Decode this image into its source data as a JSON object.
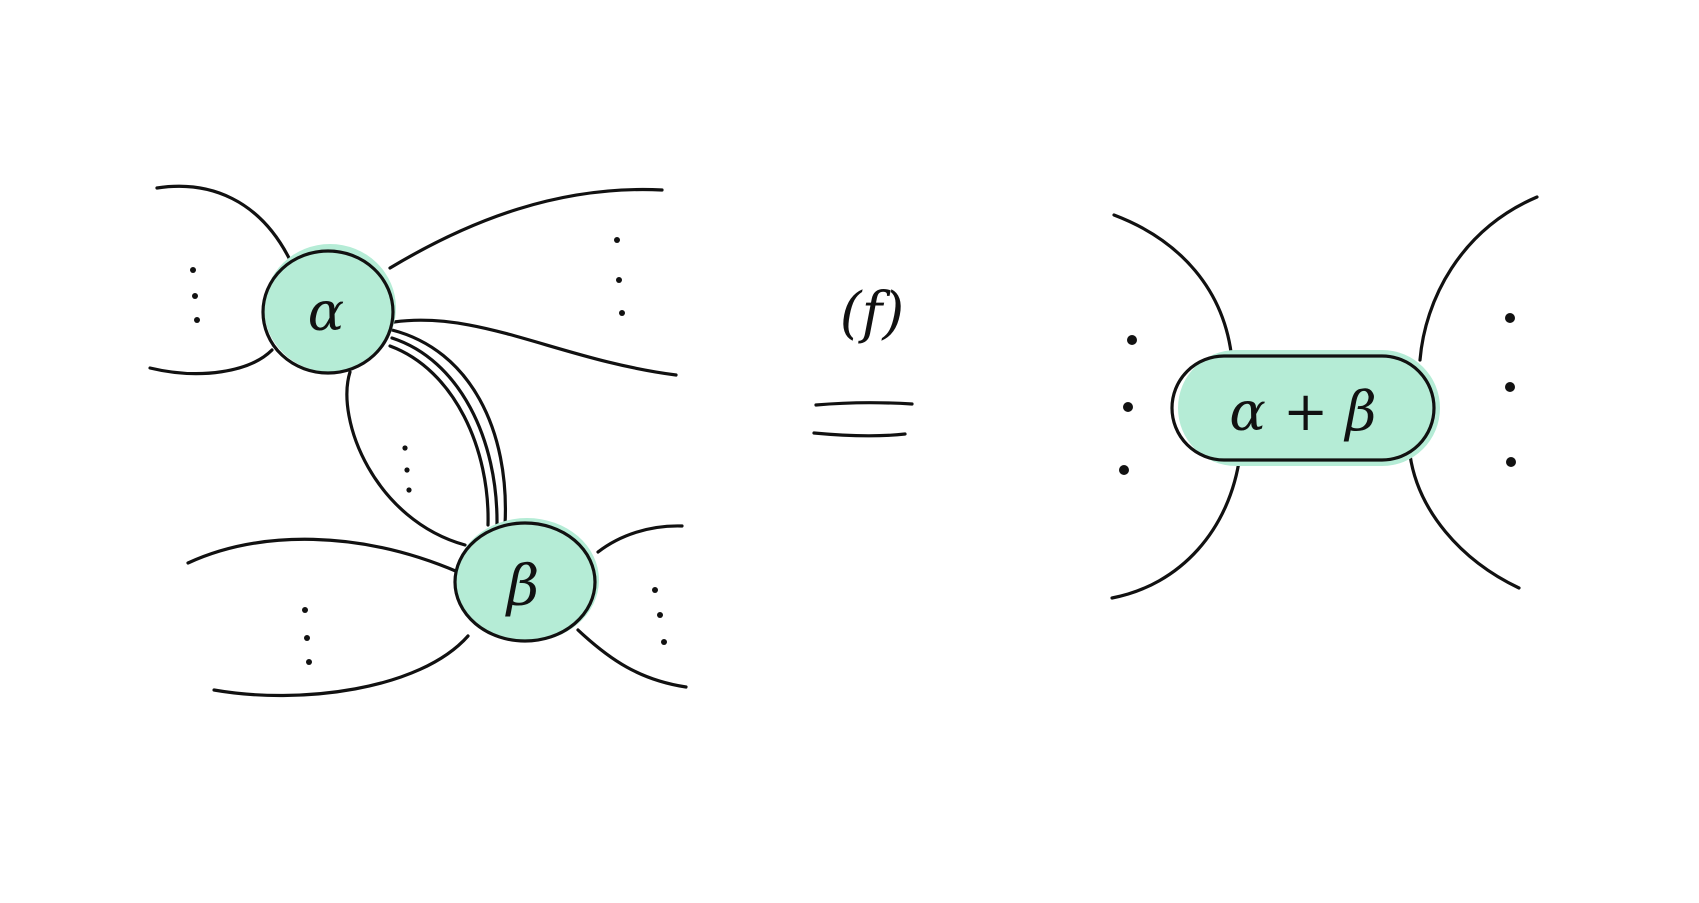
{
  "colors": {
    "node_fill": "#b5ecd6",
    "ink": "#111111",
    "background": "#ffffff"
  },
  "left_diagram": {
    "node_alpha": {
      "label": "α"
    },
    "node_beta": {
      "label": "β"
    }
  },
  "relation": {
    "tag": "(f)",
    "symbol": "="
  },
  "right_diagram": {
    "node_merged": {
      "label": "α + β"
    }
  }
}
